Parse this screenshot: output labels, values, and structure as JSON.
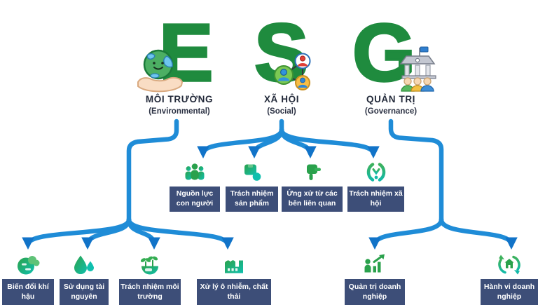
{
  "colors": {
    "letter_green": "#1f8b3e",
    "arrow_blue": "#1f8cd7",
    "arrowhead_blue": "#1173c8",
    "box_navy": "#3d4e78",
    "icon_green": "#2aa14c",
    "icon_teal": "#0fbfae"
  },
  "pillars": [
    {
      "letter": "E",
      "name": "MÔI TRƯỜNG",
      "sub": "(Environmental)",
      "icon": "hand-holding-earth-icon"
    },
    {
      "letter": "S",
      "name": "XÃ HỘI",
      "sub": "(Social)",
      "icon": "people-network-icon"
    },
    {
      "letter": "G",
      "name": "QUẢN TRỊ",
      "sub": "(Governance)",
      "icon": "government-building-icon"
    }
  ],
  "social_items": [
    {
      "label": "Nguồn lực con người",
      "icon": "people-group-icon"
    },
    {
      "label": "Trách nhiệm sản phẩm",
      "icon": "product-box-icon"
    },
    {
      "label": "Ứng xử từ các bên liên quan",
      "icon": "hand-gesture-icon"
    },
    {
      "label": "Trách nhiệm xã hội",
      "icon": "community-care-icon"
    }
  ],
  "environment_items": [
    {
      "label": "Biến đổi khí hậu",
      "icon": "climate-globe-icon"
    },
    {
      "label": "Sử dụng tài nguyên",
      "icon": "water-drop-icon"
    },
    {
      "label": "Trách nhiệm môi trường",
      "icon": "plant-sprout-icon"
    },
    {
      "label": "Xử lý ô nhiễm, chất thải",
      "icon": "factory-icon"
    }
  ],
  "governance_items": [
    {
      "label": "Quản trị doanh nghiệp",
      "icon": "growth-chart-icon"
    },
    {
      "label": "Hành vi doanh nghiệp",
      "icon": "recycle-building-icon"
    }
  ]
}
